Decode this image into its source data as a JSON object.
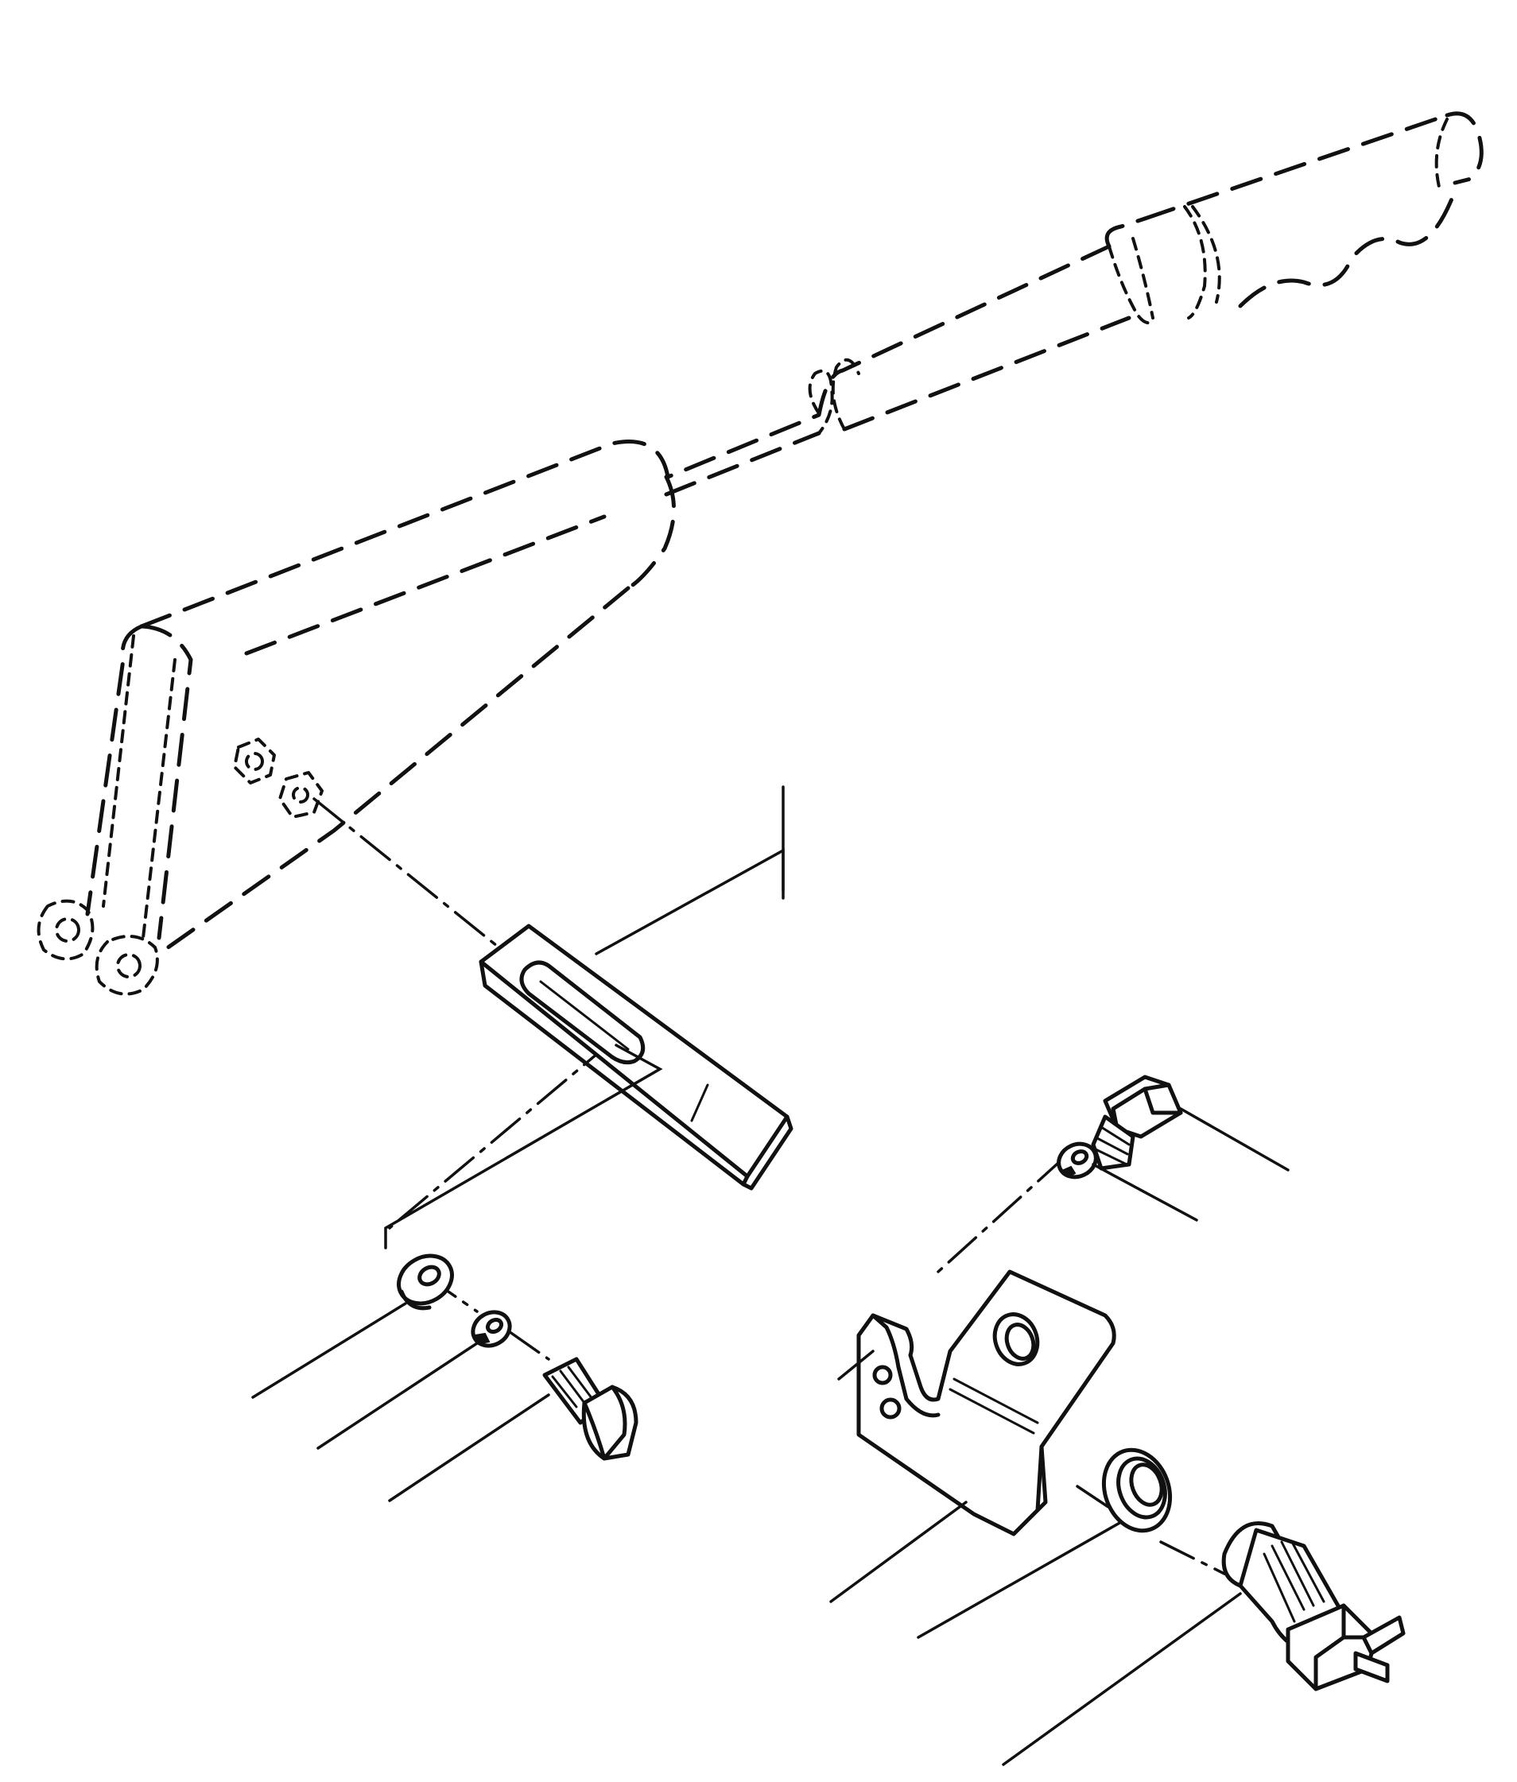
{
  "figure": {
    "kind": "exploded-parts-drawing",
    "line_color": "#111111",
    "background": "#ffffff",
    "parts": [
      {
        "name": "parking-brake-lever",
        "style": "phantom"
      },
      {
        "name": "lever-handle-grip",
        "style": "phantom"
      },
      {
        "name": "lever-pivot-nuts",
        "style": "phantom"
      },
      {
        "name": "switch-actuator-bracket",
        "style": "solid"
      },
      {
        "name": "washer-left",
        "style": "solid"
      },
      {
        "name": "lock-washer-left",
        "style": "solid"
      },
      {
        "name": "bolt-left",
        "style": "solid"
      },
      {
        "name": "bolt-right",
        "style": "solid"
      },
      {
        "name": "lock-washer-right",
        "style": "solid"
      },
      {
        "name": "switch-mounting-bracket",
        "style": "solid"
      },
      {
        "name": "switch-washer",
        "style": "solid"
      },
      {
        "name": "brake-warning-switch",
        "style": "solid"
      }
    ],
    "leader_count": 10
  }
}
